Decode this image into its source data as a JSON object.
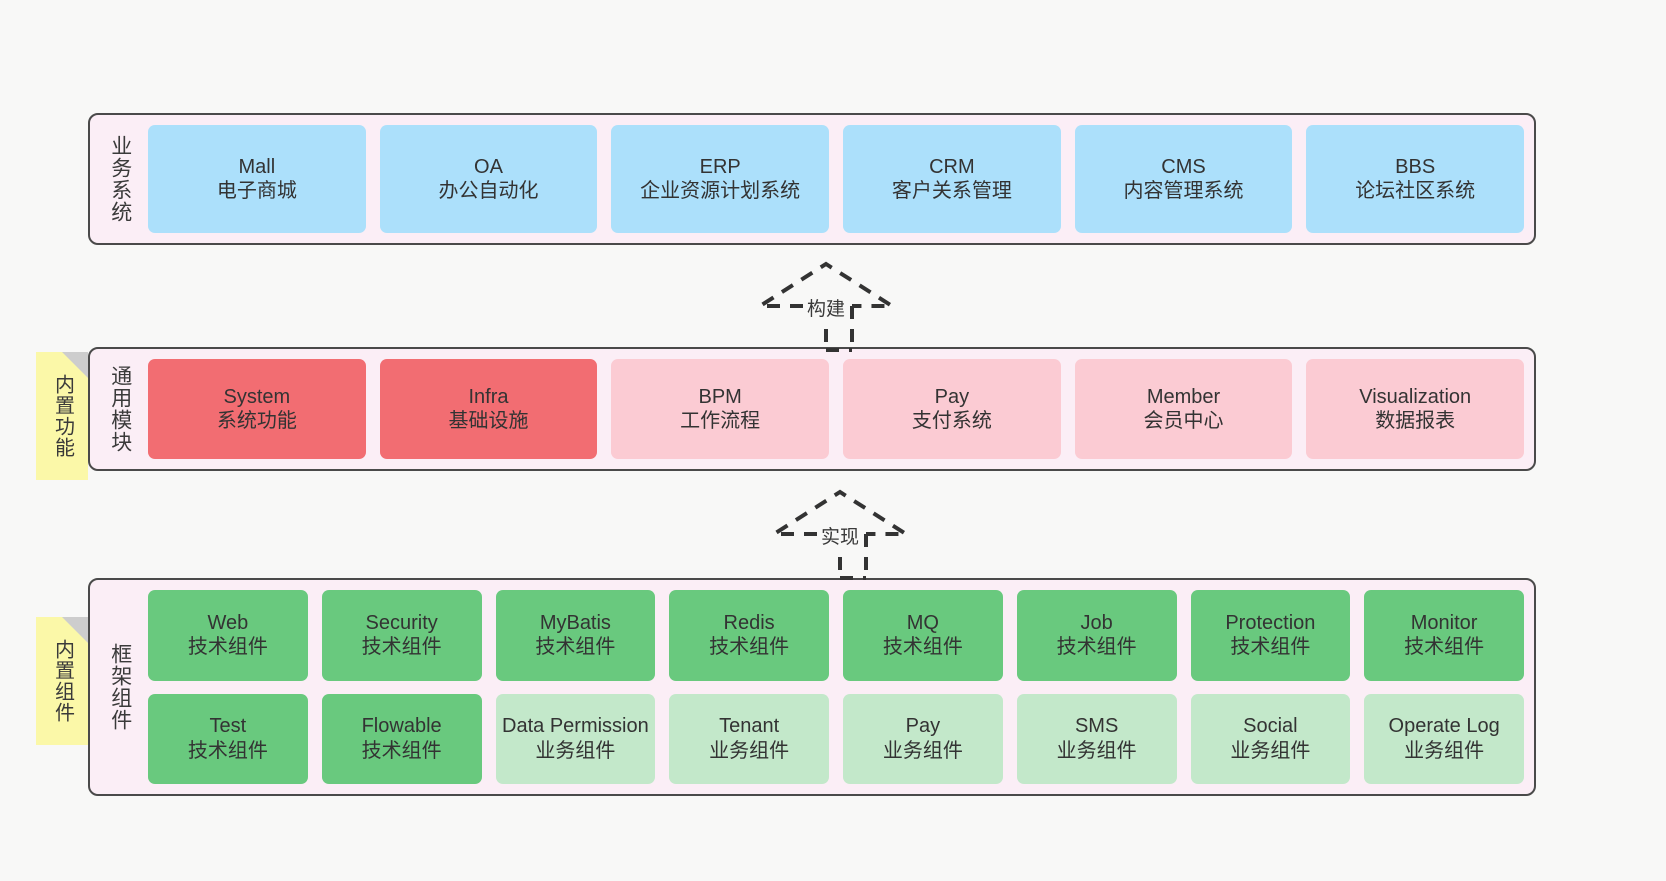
{
  "page": {
    "background": "#f8f8f7",
    "layer_fill": "#fbeef6",
    "layer_border": "#4a4a4a"
  },
  "layers": [
    {
      "id": "business-systems",
      "title": "业务系统",
      "rows": [
        [
          {
            "en": "Mall",
            "cn": "电子商城",
            "color": "#ace0fb",
            "tone": "blue"
          },
          {
            "en": "OA",
            "cn": "办公自动化",
            "color": "#ace0fb",
            "tone": "blue"
          },
          {
            "en": "ERP",
            "cn": "企业资源计划系统",
            "color": "#ace0fb",
            "tone": "blue"
          },
          {
            "en": "CRM",
            "cn": "客户关系管理",
            "color": "#ace0fb",
            "tone": "blue"
          },
          {
            "en": "CMS",
            "cn": "内容管理系统",
            "color": "#ace0fb",
            "tone": "blue"
          },
          {
            "en": "BBS",
            "cn": "论坛社区系统",
            "color": "#ace0fb",
            "tone": "blue"
          }
        ]
      ]
    },
    {
      "id": "common-modules",
      "title": "通用模块",
      "sticky": "内置功能",
      "rows": [
        [
          {
            "en": "System",
            "cn": "系统功能",
            "color": "#f26d72",
            "tone": "red"
          },
          {
            "en": "Infra",
            "cn": "基础设施",
            "color": "#f26d72",
            "tone": "red"
          },
          {
            "en": "BPM",
            "cn": "工作流程",
            "color": "#fbcbd3",
            "tone": "pink"
          },
          {
            "en": "Pay",
            "cn": "支付系统",
            "color": "#fbcbd3",
            "tone": "pink"
          },
          {
            "en": "Member",
            "cn": "会员中心",
            "color": "#fbcbd3",
            "tone": "pink"
          },
          {
            "en": "Visualization",
            "cn": "数据报表",
            "color": "#fbcbd3",
            "tone": "pink"
          }
        ]
      ]
    },
    {
      "id": "framework-components",
      "title": "框架组件",
      "sticky": "内置组件",
      "rows": [
        [
          {
            "en": "Web",
            "cn": "技术组件",
            "color": "#69c97e",
            "tone": "green"
          },
          {
            "en": "Security",
            "cn": "技术组件",
            "color": "#69c97e",
            "tone": "green"
          },
          {
            "en": "MyBatis",
            "cn": "技术组件",
            "color": "#69c97e",
            "tone": "green"
          },
          {
            "en": "Redis",
            "cn": "技术组件",
            "color": "#69c97e",
            "tone": "green"
          },
          {
            "en": "MQ",
            "cn": "技术组件",
            "color": "#69c97e",
            "tone": "green"
          },
          {
            "en": "Job",
            "cn": "技术组件",
            "color": "#69c97e",
            "tone": "green"
          },
          {
            "en": "Protection",
            "cn": "技术组件",
            "color": "#69c97e",
            "tone": "green"
          },
          {
            "en": "Monitor",
            "cn": "技术组件",
            "color": "#69c97e",
            "tone": "green"
          }
        ],
        [
          {
            "en": "Test",
            "cn": "技术组件",
            "color": "#69c97e",
            "tone": "green"
          },
          {
            "en": "Flowable",
            "cn": "技术组件",
            "color": "#69c97e",
            "tone": "green"
          },
          {
            "en": "Data Permission",
            "cn": "业务组件",
            "color": "#c3e8ca",
            "tone": "lightgreen"
          },
          {
            "en": "Tenant",
            "cn": "业务组件",
            "color": "#c3e8ca",
            "tone": "lightgreen"
          },
          {
            "en": "Pay",
            "cn": "业务组件",
            "color": "#c3e8ca",
            "tone": "lightgreen"
          },
          {
            "en": "SMS",
            "cn": "业务组件",
            "color": "#c3e8ca",
            "tone": "lightgreen"
          },
          {
            "en": "Social",
            "cn": "业务组件",
            "color": "#c3e8ca",
            "tone": "lightgreen"
          },
          {
            "en": "Operate Log",
            "cn": "业务组件",
            "color": "#c3e8ca",
            "tone": "lightgreen"
          }
        ]
      ]
    }
  ],
  "connectors": [
    {
      "id": "build",
      "label": "构建",
      "from": "common-modules",
      "to": "business-systems"
    },
    {
      "id": "implement",
      "label": "实现",
      "from": "framework-components",
      "to": "common-modules"
    }
  ]
}
